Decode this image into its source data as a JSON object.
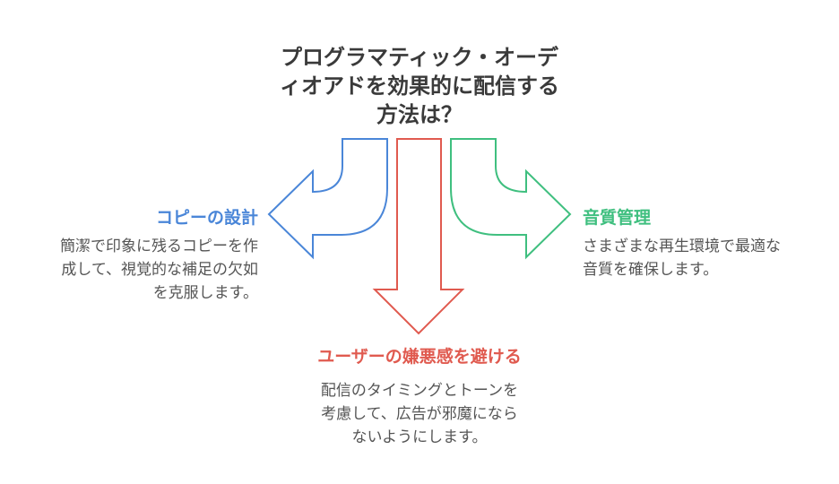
{
  "title": {
    "lines": [
      "プログラマティック・オーデ",
      "ィオアドを効果的に配信する",
      "方法は？"
    ]
  },
  "colors": {
    "left": "#4a86d8",
    "center": "#e05a4f",
    "right": "#3fbf7f",
    "text": "#555555",
    "title": "#3a3a3a"
  },
  "branches": {
    "left": {
      "heading": "コピーの設計",
      "desc_lines": [
        "簡潔で印象に残るコピーを作",
        "成して、視覚的な補足の欠如",
        "を克服します。"
      ]
    },
    "center": {
      "heading": "ユーザーの嫌悪感を避ける",
      "desc_lines": [
        "配信のタイミングとトーンを",
        "考慮して、広告が邪魔になら",
        "ないようにします。"
      ]
    },
    "right": {
      "heading": "音質管理",
      "desc_lines": [
        "さまざまな再生環境で最適な",
        "音質を確保します。"
      ]
    }
  }
}
